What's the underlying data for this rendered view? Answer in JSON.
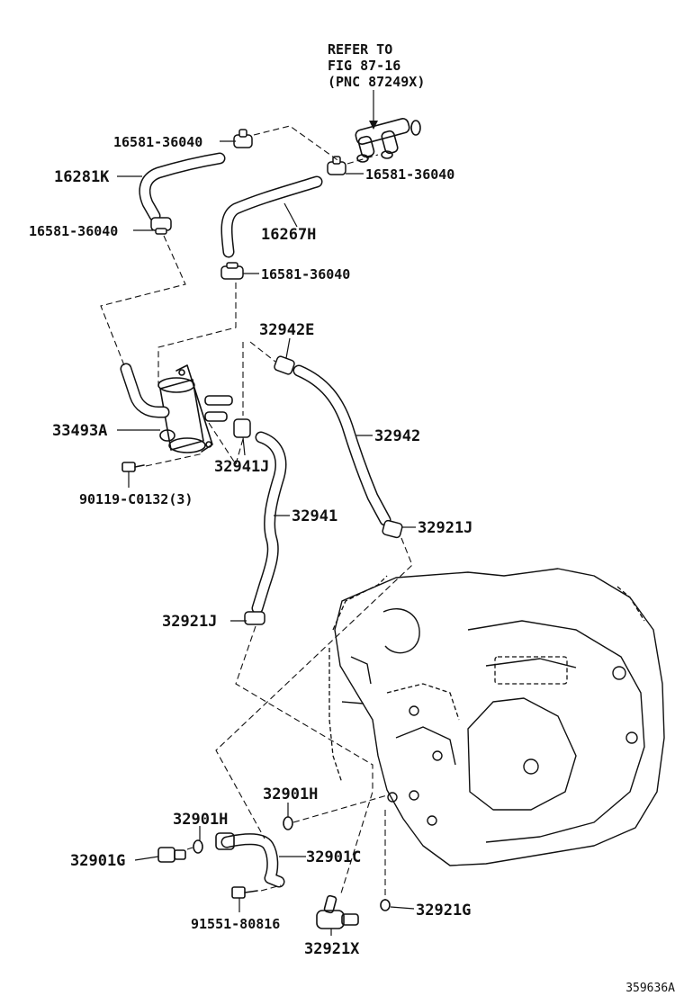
{
  "reference": {
    "line1": "REFER TO",
    "line2": "FIG 87-16",
    "line3": "(PNC 87249X)"
  },
  "figure_number": "359636A",
  "labels": {
    "clamp_top_left": "16581-36040",
    "clamp_top_right": "16581-36040",
    "hose_16281k": "16281K",
    "clamp_mid_left": "16581-36040",
    "hose_16267h": "16267H",
    "clamp_mid_right": "16581-36040",
    "clip_32942e": "32942E",
    "cooler_33493a": "33493A",
    "hose_32942": "32942",
    "clip_32941j": "32941J",
    "bolt_90119": "90119-C0132(3)",
    "hose_32941": "32941",
    "clip_32921j_right": "32921J",
    "clip_32921j_left": "32921J",
    "gasket_32901h_right": "32901H",
    "gasket_32901h_left": "32901H",
    "bolt_32901g": "32901G",
    "pipe_32901c": "32901C",
    "bolt_91551": "91551-80816",
    "ring_32921g": "32921G",
    "union_32921x": "32921X"
  }
}
